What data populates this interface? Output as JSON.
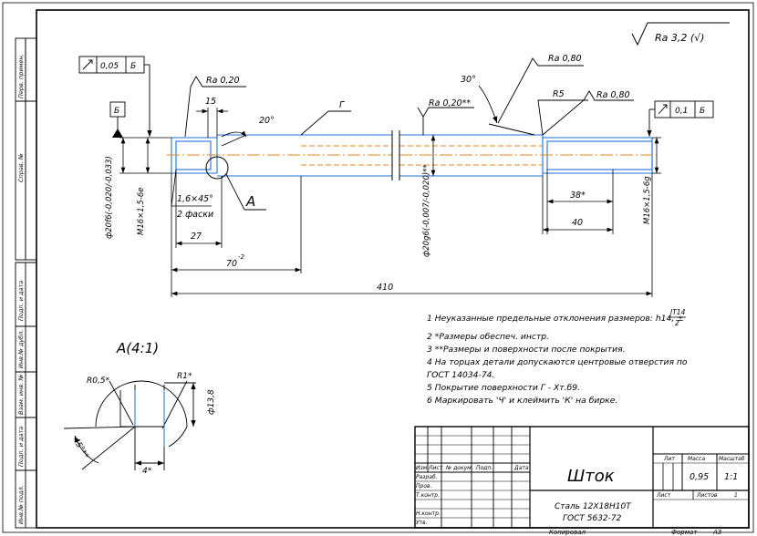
{
  "side_stamp": [
    "Перв. примен.",
    "Справ. №",
    "Подп. и дата",
    "Инв.№ дубл.",
    "Взам. инв. №",
    "Подп. и дата",
    "Инв.№ подл."
  ],
  "roughness_general": "Ra 3,2 (√)",
  "datum_letter": "Б",
  "tol_left": {
    "value": "0,05",
    "datum": "Б"
  },
  "tol_right": {
    "value": "0,1",
    "datum": "Б"
  },
  "rough": {
    "ra020": "Ra 0,20",
    "ra020ss": "Ra 0,20**",
    "ra080a": "Ra 0,80",
    "ra080b": "Ra 0,80"
  },
  "dims": {
    "d15": "15",
    "a20": "20°",
    "a30": "30°",
    "g": "Г",
    "r5": "R5",
    "chamfer": "1,6×45°",
    "chamfer2": "2 фаски",
    "view_a": "А",
    "d27": "27",
    "d70": "70",
    "d70tol": "-2",
    "d410": "410",
    "d38": "38*",
    "d40": "40",
    "phi_left": "ф20f6(-0,020/-0,033)",
    "m16_left": "M16×1,5-6e",
    "phi_mid": "ф20g6(-0,007/-0,020)**",
    "m16_right": "M16×1,5-6g"
  },
  "detail": {
    "title": "А(4:1)",
    "r05": "R0,5*",
    "r1": "R1*",
    "phi138": "ф13,8",
    "a45": "45°**",
    "w4": "4*"
  },
  "notes": {
    "n1a": "1 Неуказанные предельные отклонения размеров: h14, ±",
    "n1num": "IT14",
    "n1den": "2",
    "n2": "2  *Размеры обеспеч. инстр.",
    "n3": "3  **Размеры и поверхности после покрытия.",
    "n4a": "4  На торцах детали допускаются центровые отверстия по",
    "n4b": "ГОСТ 14034-74.",
    "n5": "5  Покрытие поверхности Г - Хт.б9.",
    "n6": "6  Маркировать 'Ч' и клеймить 'К' на бирке."
  },
  "title_block": {
    "name": "Шток",
    "material1": "Сталь 12Х18Н10Т",
    "material2": "ГОСТ 5632-72",
    "lit": "Лит",
    "mass_label": "Масса",
    "scale_label": "Масштаб",
    "mass": "0,95",
    "scale": "1:1",
    "sheet": "Лист",
    "sheets": "Листов",
    "sheets_count": "1",
    "cols": [
      "Изм",
      "Лист",
      "№ докум.",
      "Подп.",
      "Дата"
    ],
    "rows": [
      "Разраб.",
      "Пров.",
      "Т.контр.",
      "",
      "Н.контр.",
      "Утв."
    ],
    "copied": "Копировал",
    "format": "Формат",
    "format_val": "А3"
  }
}
